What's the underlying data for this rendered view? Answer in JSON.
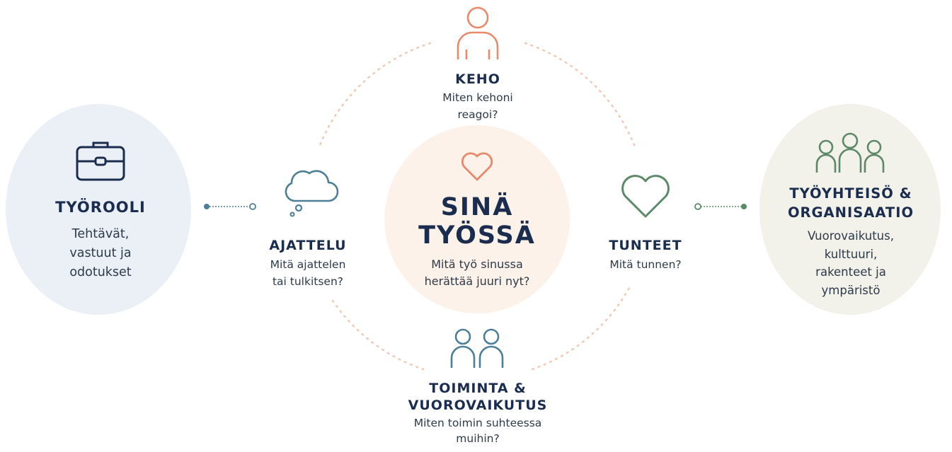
{
  "left": {
    "title": "TYÖROOLI",
    "text": "Tehtävät,\nvastuut ja\nodotukset",
    "icon": "briefcase-icon",
    "bg_color": "#ebf0f6"
  },
  "center": {
    "title_line1": "SINÄ",
    "title_line2": "TYÖSSÄ",
    "text": "Mitä työ sinussa\nherättää juuri nyt?",
    "icon": "heart-icon",
    "bg_color": "#fdf2ea"
  },
  "right": {
    "title_line1": "TYÖYHTEISÖ &",
    "title_line2": "ORGANISAATIO",
    "text": "Vuorovaikutus,\nkulttuuri,\nrakenteet ja\nympäristö",
    "icon": "group-icon",
    "bg_color": "#f2f1ea"
  },
  "nodes": {
    "top": {
      "title": "KEHO",
      "text": "Miten kehoni\nreagoi?",
      "icon": "person-icon"
    },
    "left": {
      "title": "AJATTELU",
      "text": "Mitä ajattelen\ntai tulkitsen?",
      "icon": "thought-cloud-icon"
    },
    "right": {
      "title": "TUNTEET",
      "text": "Mitä tunnen?",
      "icon": "heart-outline-icon"
    },
    "bottom": {
      "title_line1": "TOIMINTA &",
      "title_line2": "VUOROVAIKUTUS",
      "text": "Miten toimin suhteessa\nmuihin?",
      "icon": "two-people-icon"
    }
  },
  "colors": {
    "navy": "#1b2d4f",
    "orange": "#e8896a",
    "blue": "#4d7f96",
    "green": "#5c8a68",
    "dots": "#f1c8b3"
  }
}
